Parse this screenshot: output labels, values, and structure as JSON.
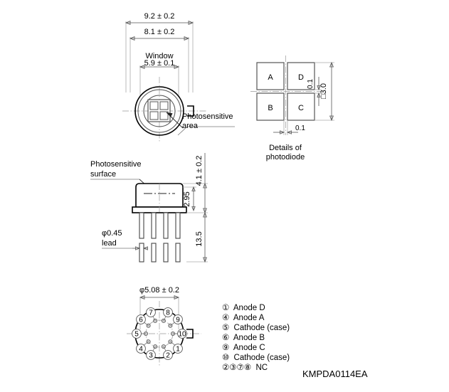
{
  "document": {
    "part_number": "KMPDA0114EA",
    "type": "mechanical-outline-drawing"
  },
  "top_view": {
    "dims": {
      "outer_diameter": "9.2 ± 0.2",
      "inner_diameter": "8.1 ± 0.2",
      "window_label": "Window",
      "window_size": "5.9 ± 0.1"
    },
    "callouts": {
      "photosensitive_area_line1": "Photosensitive",
      "photosensitive_area_line2": "area"
    }
  },
  "photodiode_detail": {
    "caption_line1": "Details of",
    "caption_line2": "photodiode",
    "quadrants": [
      {
        "label": "A",
        "position": "top-left"
      },
      {
        "label": "D",
        "position": "top-right"
      },
      {
        "label": "B",
        "position": "bottom-left"
      },
      {
        "label": "C",
        "position": "bottom-right"
      }
    ],
    "dims": {
      "gap_vertical": "0.1",
      "gap_horizontal": "0.1",
      "overall_square": "□3.0"
    }
  },
  "side_view": {
    "callouts": {
      "photosensitive_surface_line1": "Photosensitive",
      "photosensitive_surface_line2": "surface",
      "lead_diameter": "φ0.45",
      "lead_label": "lead"
    },
    "dims": {
      "cap_height": "4.1 ± 0.2",
      "seat_height": "2.95",
      "lead_length": "13.5"
    }
  },
  "bottom_view": {
    "dims": {
      "pin_circle_diameter": "φ5.08 ± 0.2"
    },
    "pins": [
      {
        "number": "1",
        "angle_deg": 36
      },
      {
        "number": "2",
        "angle_deg": 72
      },
      {
        "number": "3",
        "angle_deg": 108
      },
      {
        "number": "4",
        "angle_deg": 144
      },
      {
        "number": "5",
        "angle_deg": 180
      },
      {
        "number": "6",
        "angle_deg": 216
      },
      {
        "number": "7",
        "angle_deg": 252
      },
      {
        "number": "8",
        "angle_deg": 288
      },
      {
        "number": "9",
        "angle_deg": 324
      },
      {
        "number": "10",
        "angle_deg": 0
      }
    ]
  },
  "pin_legend": {
    "entries": [
      {
        "symbol": "①",
        "text": "Anode D"
      },
      {
        "symbol": "④",
        "text": "Anode A"
      },
      {
        "symbol": "⑤",
        "text": "Cathode (case)"
      },
      {
        "symbol": "⑥",
        "text": "Anode B"
      },
      {
        "symbol": "⑨",
        "text": "Anode C"
      },
      {
        "symbol": "⑩",
        "text": "Cathode (case)"
      },
      {
        "symbol": "②③⑦⑧",
        "text": "NC"
      }
    ]
  }
}
